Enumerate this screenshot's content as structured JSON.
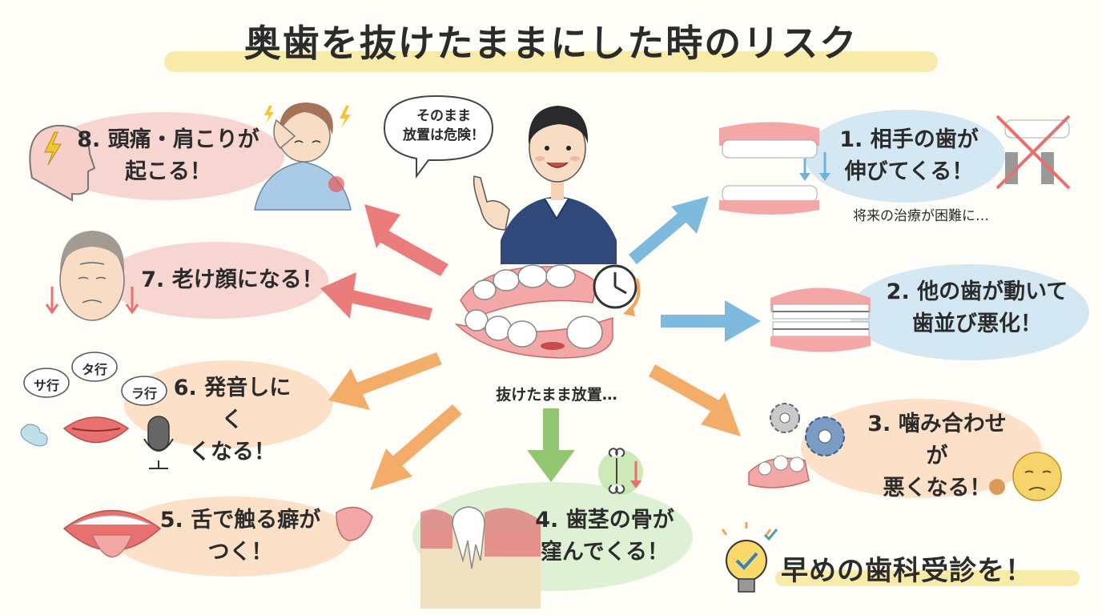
{
  "title": "奥歯を抜けたままにした時のリスク",
  "doctor_bubble": [
    "そのまま",
    "放置は危険！"
  ],
  "center_caption": "抜けたまま放置…",
  "risks": [
    {
      "lines": [
        "1. 相手の歯が",
        "伸びてくる！"
      ],
      "note": "将来の治療が困難に…"
    },
    {
      "lines": [
        "2. 他の歯が動いて",
        "歯並び悪化！"
      ]
    },
    {
      "lines": [
        "3. 噛み合わせが",
        "悪くなる！"
      ]
    },
    {
      "lines": [
        "4. 歯茎の骨が",
        "窪んでくる！"
      ]
    },
    {
      "lines": [
        "5. 舌で触る癖が",
        "つく！"
      ]
    },
    {
      "lines": [
        "6. 発音しにく",
        "くなる！"
      ],
      "speech": [
        "サ行",
        "タ行",
        "ラ行"
      ]
    },
    {
      "lines": [
        "7. 老け顔になる！"
      ]
    },
    {
      "lines": [
        "8. 頭痛・肩こりが",
        "起こる！"
      ]
    }
  ],
  "cta": "早めの歯科受診を！",
  "colors": {
    "red": "#e8706e",
    "orange": "#f2a55a",
    "blue": "#6fb3dc",
    "green": "#8ec46a",
    "pink_bg": "#f6cfcb",
    "blue_bg": "#cfe6f3",
    "orange_bg": "#fbdcc0",
    "green_bg": "#dcefd0",
    "highlight": "#f6e38d"
  },
  "icons": [
    "lightning-icon",
    "clock-icon",
    "bone-icon",
    "down-arrow-icon",
    "lightbulb-icon",
    "check-icon",
    "microphone-icon",
    "gear-icon",
    "no-implant-icon"
  ]
}
